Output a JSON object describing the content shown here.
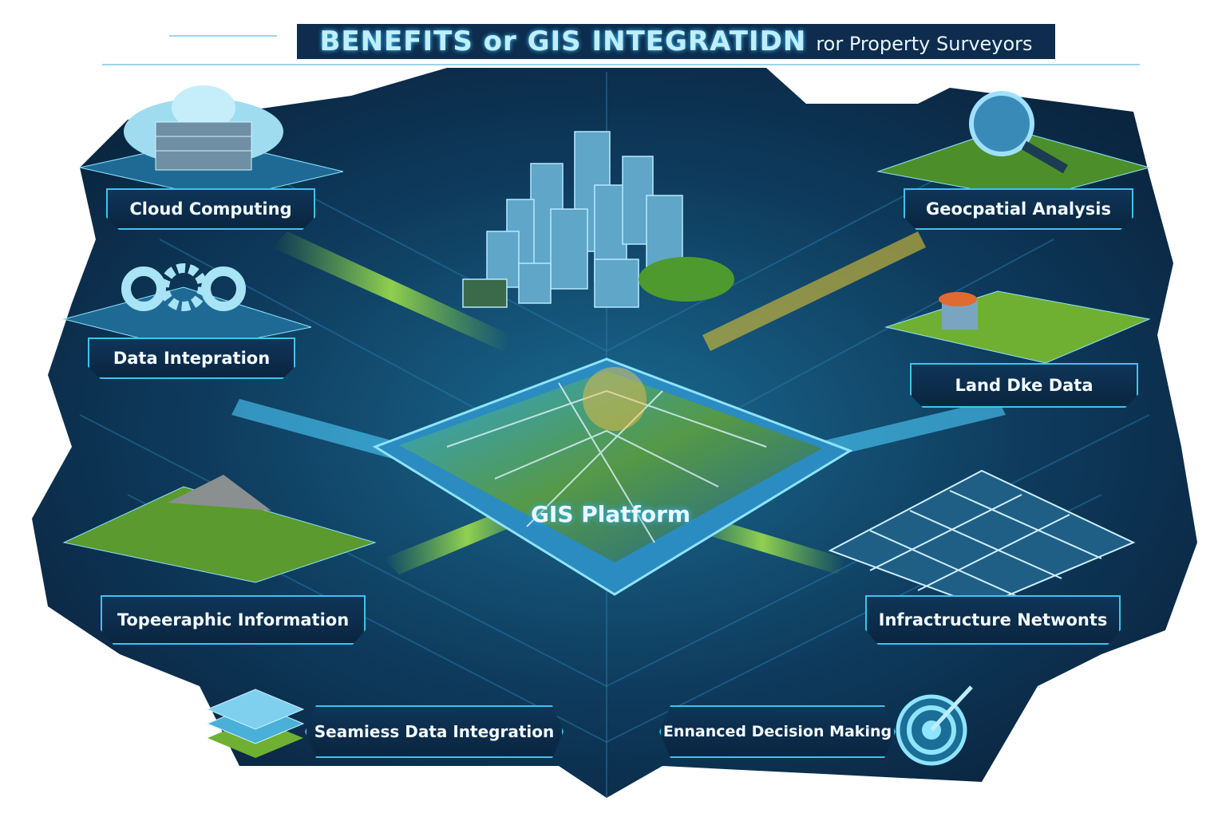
{
  "title": {
    "main": "BENEFITS or GIS INTEGRATIDN",
    "sub": "ror Property Surveyors"
  },
  "center": {
    "label": "GIS Platform"
  },
  "nodes": [
    {
      "label": "Cloud Computing",
      "icon": "cloud-server-icon"
    },
    {
      "label": "Geocpatial Analysis",
      "icon": "magnifier-globe-icon"
    },
    {
      "label": "Data Intepration",
      "icon": "gears-icon"
    },
    {
      "label": "Land Dke Data",
      "icon": "land-parcel-icon"
    },
    {
      "label": "Topeeraphic Information",
      "icon": "terrain-icon"
    },
    {
      "label": "Infractructure Netwonts",
      "icon": "grid-network-icon"
    },
    {
      "label": "Seamiess Data Integration",
      "icon": "layers-icon"
    },
    {
      "label": "Ennanced Decision Making",
      "icon": "target-icon"
    }
  ],
  "colors": {
    "background": "#0a2540",
    "accent": "#3ec3f0",
    "green": "#7ed23a",
    "orange": "#f0a030"
  }
}
